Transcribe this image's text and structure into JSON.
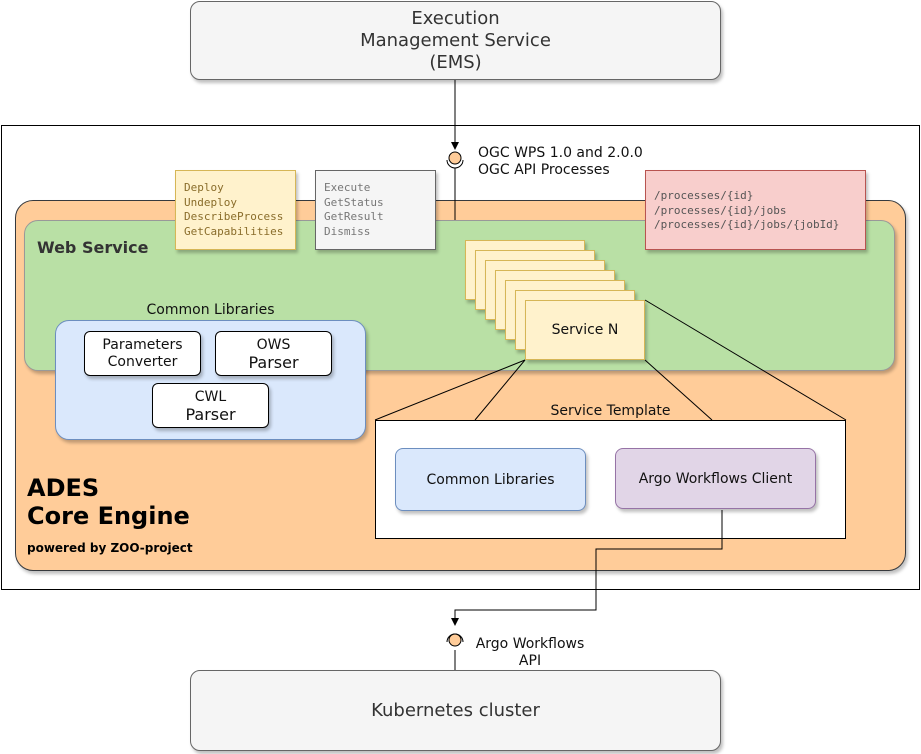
{
  "ems": {
    "lines": [
      "Execution",
      "Management Service",
      "(EMS)"
    ]
  },
  "interface": {
    "lines": [
      "OGC WPS 1.0 and 2.0.0",
      "OGC API Processes"
    ]
  },
  "wps_ops_1": [
    "Deploy",
    "Undeploy",
    "DescribeProcess",
    "GetCapabilities"
  ],
  "wps_ops_2": [
    "Execute",
    "GetStatus",
    "GetResult",
    "Dismiss"
  ],
  "api_endpoints": [
    "/processes/{id}",
    "/processes/{id}/jobs",
    "/processes/{id}/jobs/{jobId}"
  ],
  "web_service": {
    "title": "Web Service"
  },
  "common_libraries": {
    "label": "Common Libraries",
    "items": [
      {
        "lines": [
          "Parameters",
          "Converter"
        ]
      },
      {
        "lines": [
          "OWS",
          "Parser"
        ]
      },
      {
        "lines": [
          "CWL",
          "Parser"
        ]
      }
    ]
  },
  "service": {
    "label": "Service N"
  },
  "service_template": {
    "label": "Service Template",
    "common": "Common Libraries",
    "argo_client": "Argo Workflows Client"
  },
  "core_engine": {
    "title_lines": [
      "ADES",
      "Core Engine"
    ],
    "powered_by": "powered by ZOO-project"
  },
  "argo_api": {
    "lines": [
      "Argo Workflows",
      "API"
    ]
  },
  "kubernetes": {
    "label": "Kubernetes cluster"
  },
  "colors": {
    "core_engine_fill": "#ffcc99",
    "web_service_fill": "#b9e0a5",
    "library_fill": "#dae8fc",
    "service_fill": "#fff2cc",
    "argo_fill": "#e1d5e7",
    "endpoint_fill": "#f8cecc",
    "interface_port": "#ffcc99"
  }
}
